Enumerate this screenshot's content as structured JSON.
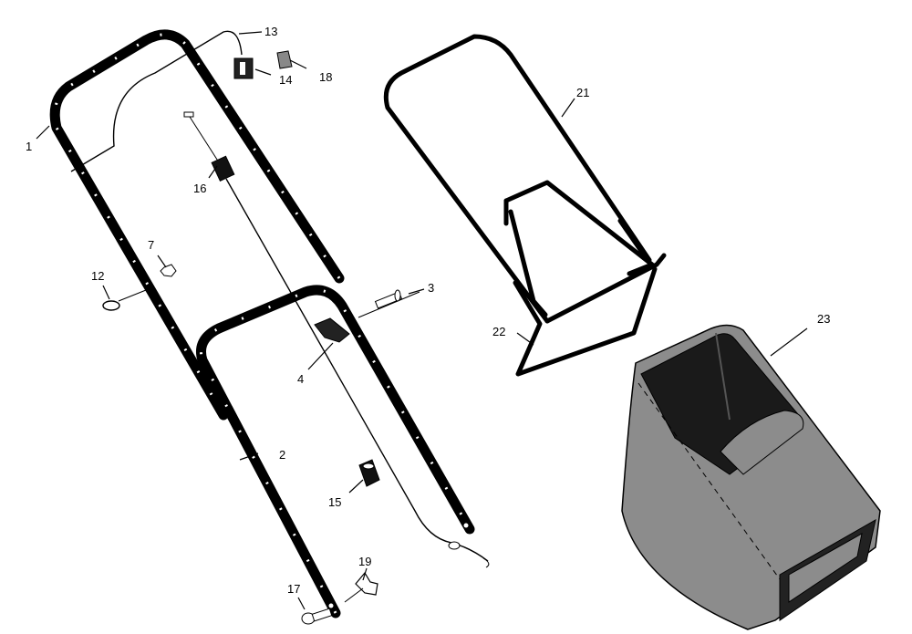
{
  "diagram": {
    "callouts": [
      {
        "id": "1",
        "text": "1"
      },
      {
        "id": "2",
        "text": "2"
      },
      {
        "id": "3",
        "text": "3"
      },
      {
        "id": "4",
        "text": "4"
      },
      {
        "id": "7",
        "text": "7"
      },
      {
        "id": "12",
        "text": "12"
      },
      {
        "id": "13",
        "text": "13"
      },
      {
        "id": "14",
        "text": "14"
      },
      {
        "id": "15",
        "text": "15"
      },
      {
        "id": "16",
        "text": "16"
      },
      {
        "id": "17",
        "text": "17"
      },
      {
        "id": "18",
        "text": "18"
      },
      {
        "id": "19",
        "text": "19"
      },
      {
        "id": "21",
        "text": "21"
      },
      {
        "id": "22",
        "text": "22"
      },
      {
        "id": "23",
        "text": "23"
      }
    ],
    "colors": {
      "ink": "#000000",
      "bag_fabric": "#8c8c8c",
      "bag_inner": "#1a1a1a",
      "background": "#ffffff"
    }
  }
}
